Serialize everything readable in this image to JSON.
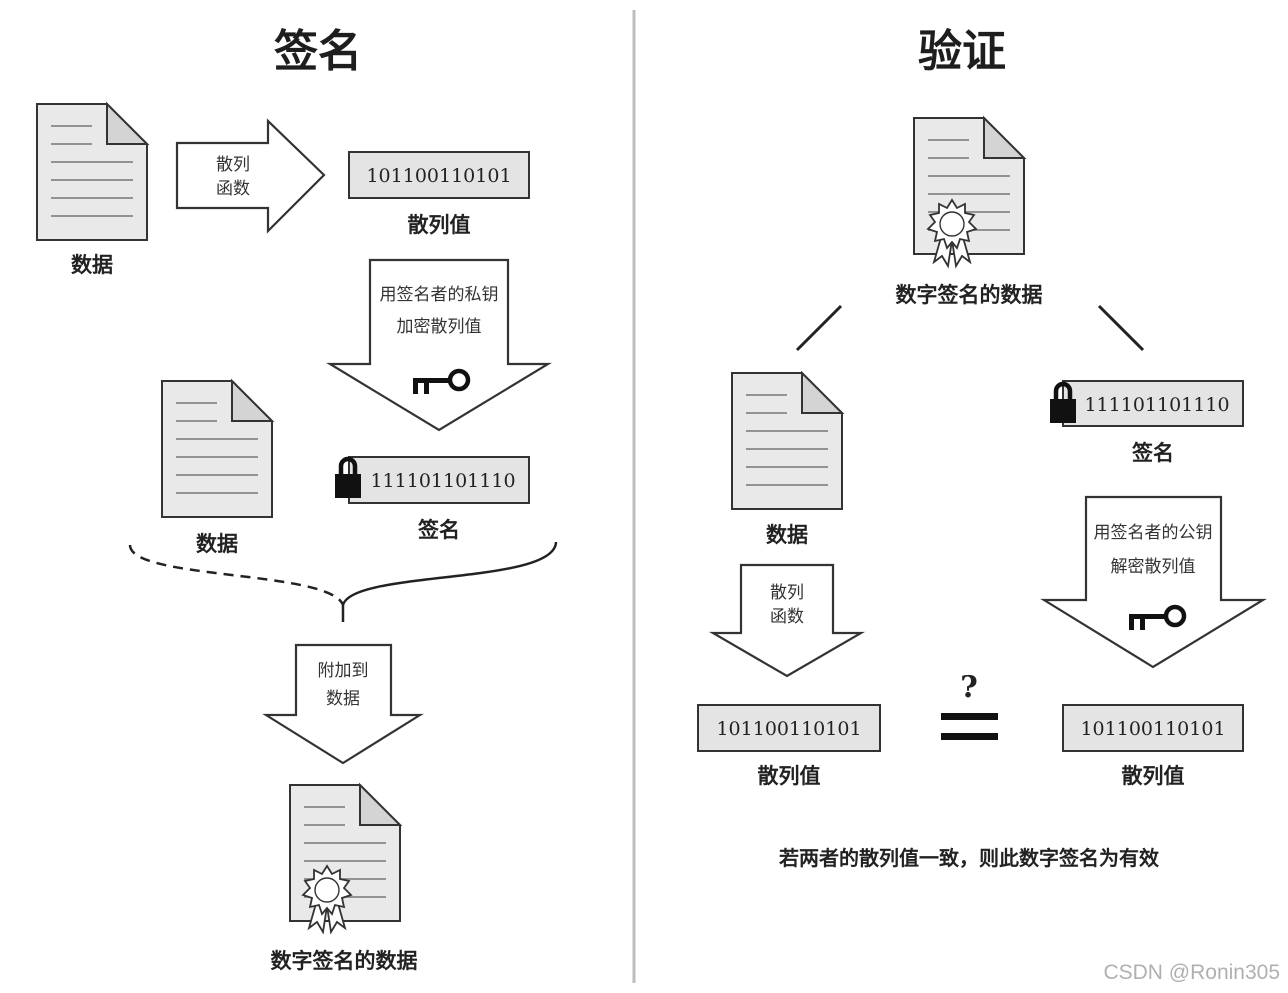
{
  "watermark": "CSDN @Ronin305",
  "sign": {
    "title": "签名",
    "hash_function_lines": [
      "散列",
      "函数"
    ],
    "hash_value": "101100110101",
    "hash_value_label": "散列值",
    "encrypt_lines": [
      "用签名者的私钥",
      "加密散列值"
    ],
    "data_label_top": "数据",
    "data_label_mid": "数据",
    "signature_value": "111101101110",
    "signature_label": "签名",
    "attach_lines": [
      "附加到",
      "数据"
    ],
    "signed_data_label": "数字签名的数据"
  },
  "verify": {
    "title": "验证",
    "signed_data_label": "数字签名的数据",
    "data_label": "数据",
    "signature_value": "111101101110",
    "signature_label": "签名",
    "hash_function_lines": [
      "散列",
      "函数"
    ],
    "decrypt_lines": [
      "用签名者的公钥",
      "解密散列值"
    ],
    "hash_value_left": "101100110101",
    "hash_value_right": "101100110101",
    "hash_label_left": "散列值",
    "hash_label_right": "散列值",
    "question_mark": "?",
    "conclusion": "若两者的散列值一致，则此数字签名为有效"
  },
  "icons": [
    "document-icon",
    "certified-document-icon",
    "key-icon",
    "lock-icon",
    "hollow-arrow-icon",
    "equals-icon"
  ]
}
